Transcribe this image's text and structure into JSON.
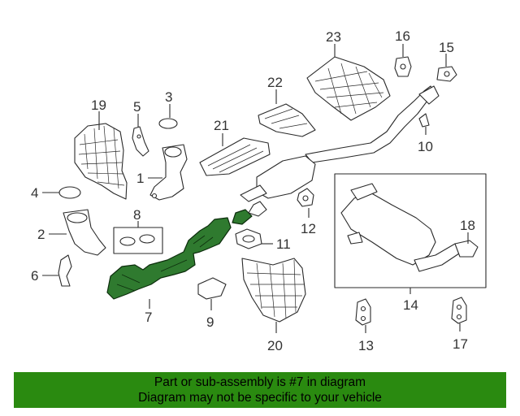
{
  "diagram": {
    "callouts": [
      "1",
      "2",
      "3",
      "4",
      "5",
      "6",
      "7",
      "8",
      "9",
      "10",
      "11",
      "12",
      "13",
      "14",
      "15",
      "16",
      "17",
      "18",
      "19",
      "20",
      "21",
      "22",
      "23"
    ],
    "highlight_color": "#2f7a2f"
  },
  "banner": {
    "line1": "Part or sub-assembly is #7 in diagram",
    "line2": "Diagram may not be specific to your vehicle",
    "background": "#2a8a10"
  }
}
